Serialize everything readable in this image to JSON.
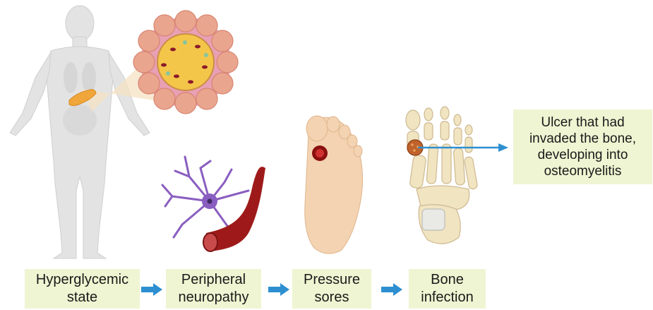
{
  "stages": [
    {
      "id": "hyperglycemic",
      "label": "Hyperglycemic\nstate"
    },
    {
      "id": "neuropathy",
      "label": "Peripheral\nneuropathy"
    },
    {
      "id": "sores",
      "label": "Pressure\nsores"
    },
    {
      "id": "infection",
      "label": "Bone\ninfection"
    }
  ],
  "callout": {
    "label": "Ulcer that had\ninvaded the bone,\ndeveloping into\nosteomyelitis"
  },
  "colors": {
    "label_fill": "#eff5d2",
    "arrow": "#2e8fd0",
    "body": "#e3e3e3",
    "organ": "#f0a63a",
    "islet": "#f3c64a",
    "acinar": "#eaa58f",
    "neuron": "#8a5ec0",
    "vessel": "#9e1a1a",
    "foot_skin": "#f3d3b1",
    "sore": "#b22222",
    "bone": "#f1e4c1",
    "infection": "#c0622b"
  },
  "icons": [
    "human-body-icon",
    "pancreas-icon",
    "pancreatic-islet-icon",
    "neuron-icon",
    "blood-vessel-icon",
    "foot-sole-icon",
    "pressure-sore-icon",
    "foot-skeleton-icon",
    "bone-infection-icon"
  ]
}
